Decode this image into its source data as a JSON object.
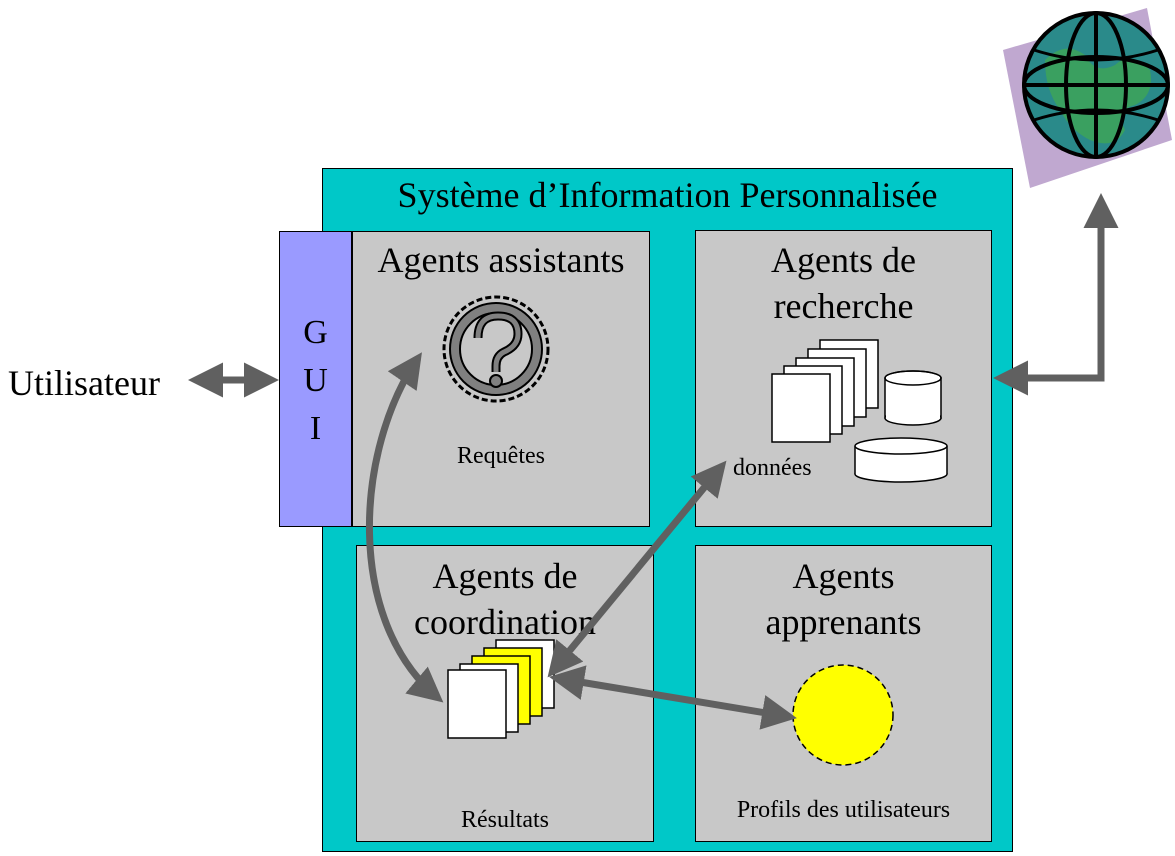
{
  "user_label": "Utilisateur",
  "system_title": "Système d’Information Personnalisée",
  "gui_letters": [
    "G",
    "U",
    "I"
  ],
  "panels": {
    "assistants": {
      "title": "Agents assistants",
      "caption": "Requêtes",
      "icon": "question-seal-icon"
    },
    "recherche": {
      "title_line1": "Agents de",
      "title_line2": "recherche",
      "caption": "données",
      "icon": "documents-and-databases-icon"
    },
    "coordination": {
      "title_line1": "Agents de",
      "title_line2": "coordination",
      "caption": "Résultats",
      "icon": "stacked-documents-icon"
    },
    "apprenants": {
      "title_line1": "Agents",
      "title_line2": "apprenants",
      "caption": "Profils des utilisateurs",
      "icon": "profile-circle-icon"
    }
  },
  "colors": {
    "system_bg": "#00c8c8",
    "panel_bg": "#c8c8c8",
    "gui_bg": "#9a9aff",
    "arrow": "#606060",
    "highlight_yellow": "#ffff00",
    "globe_backdrop": "#c0a8d0"
  },
  "icons": [
    "globe-icon",
    "question-seal-icon",
    "database-icon",
    "document-icon"
  ]
}
